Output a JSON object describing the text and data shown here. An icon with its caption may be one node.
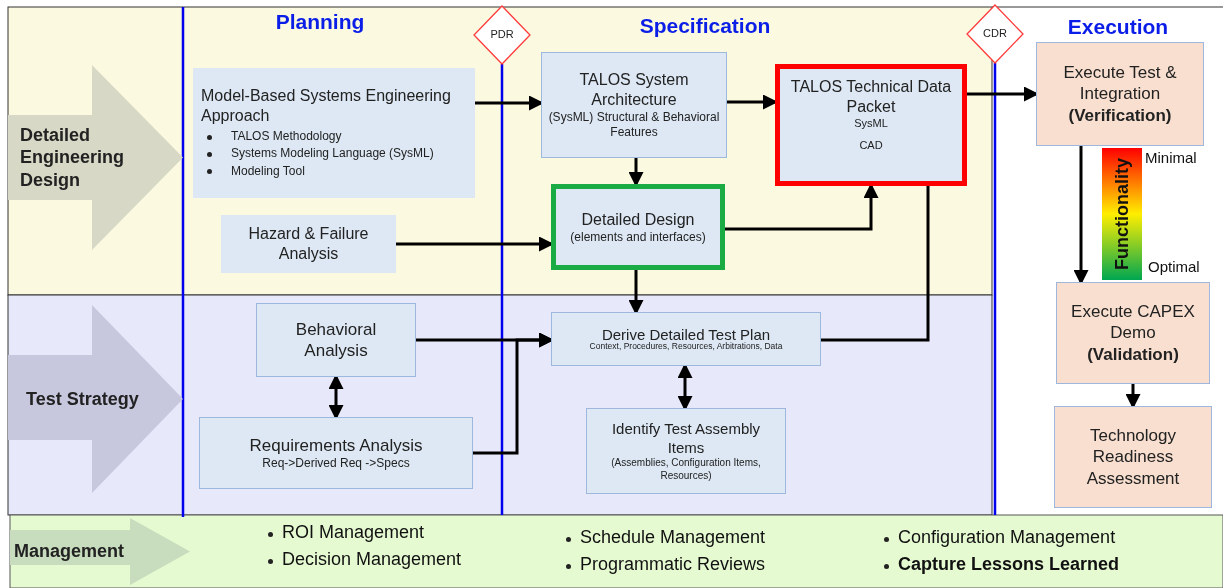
{
  "diagram": {
    "nodes": [
      {
        "text": [
          "Detailed Engineering Design"
        ]
      },
      {
        "text": [
          "Test Strategy"
        ]
      },
      {
        "text": [
          "Management"
        ]
      },
      {
        "text": [
          "PDR"
        ]
      },
      {
        "text": [
          "CDR"
        ]
      },
      {
        "text": [
          "Model-Based Systems Engineering Approach",
          "TALOS Methodology",
          "Systems Modeling Language (SysML)",
          "Modeling Tool"
        ]
      },
      {
        "text": [
          "Hazard & Failure Analysis"
        ]
      },
      {
        "text": [
          "TALOS System Architecture",
          "(SysML) Structural & Behavioral Features"
        ]
      },
      {
        "text": [
          "Detailed Design",
          "(elements and interfaces)"
        ]
      },
      {
        "text": [
          "TALOS Technical Data Packet",
          "SysML",
          "CAD"
        ]
      },
      {
        "text": [
          "Execute Test & Integration",
          "(Verification)"
        ]
      },
      {
        "text": [
          "Execute CAPEX Demo",
          "(Validation)"
        ]
      },
      {
        "text": [
          "Technology Readiness Assessment"
        ]
      },
      {
        "text": [
          "Behavioral Analysis"
        ]
      },
      {
        "text": [
          "Requirements Analysis",
          "Req->Derived Req ->Specs"
        ]
      },
      {
        "text": [
          "Derive Detailed Test Plan",
          "Context, Procedures, Resources, Arbitrations, Data"
        ]
      },
      {
        "text": [
          "Identify Test Assembly Items",
          "(Assemblies, Configuration Items, Resources)"
        ]
      }
    ],
    "edges": [
      {
        "from": 5,
        "to": 7,
        "arrow": "to"
      },
      {
        "from": 7,
        "to": 9,
        "arrow": "to"
      },
      {
        "from": 7,
        "to": 8,
        "arrow": "to"
      },
      {
        "from": 6,
        "to": 8,
        "arrow": "to"
      },
      {
        "from": 8,
        "to": 9,
        "arrow": "to"
      },
      {
        "from": 9,
        "to": 10,
        "arrow": "to"
      },
      {
        "from": 8,
        "to": 15,
        "arrow": "to"
      },
      {
        "from": 9,
        "to": 15,
        "arrow": "none"
      },
      {
        "from": 13,
        "to": 15,
        "arrow": "to"
      },
      {
        "from": 14,
        "to": 15,
        "arrow": "to"
      },
      {
        "from": 13,
        "to": 14,
        "arrow": "both"
      },
      {
        "from": 15,
        "to": 16,
        "arrow": "both"
      },
      {
        "from": 10,
        "to": 11,
        "arrow": "to"
      },
      {
        "from": 11,
        "to": 12,
        "arrow": "to"
      }
    ],
    "labels": [
      "Planning",
      "Specification",
      "Execution",
      "Functionality",
      "Minimal",
      "Optimal",
      "ROI Management",
      "Decision Management",
      "Schedule Management",
      "Programmatic Reviews",
      "Configuration Management",
      "Capture Lessons Learned"
    ]
  }
}
